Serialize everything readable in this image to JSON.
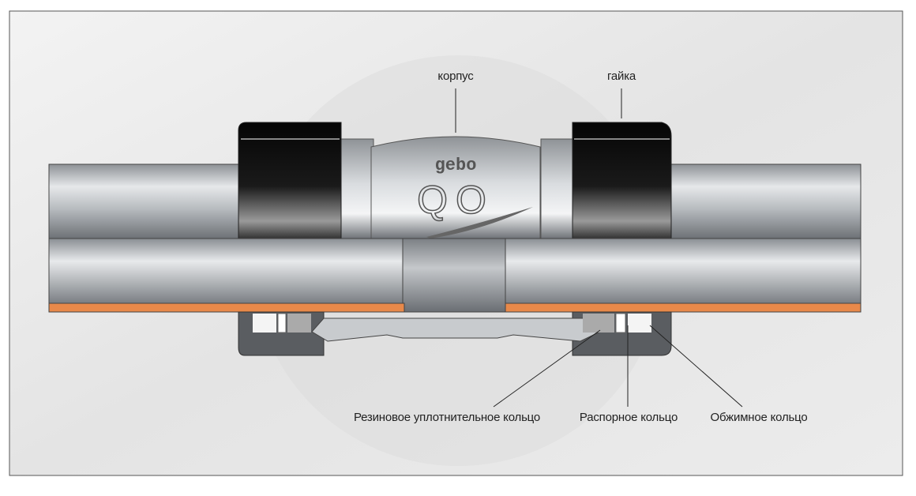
{
  "diagram": {
    "logo_text": "gebo",
    "product_mark": "QO",
    "labels": {
      "body": "корпус",
      "nut": "гайка",
      "rubber_seal": "Резиновое уплотнительное кольцо",
      "spacer_ring": "Распорное кольцо",
      "crimp_ring": "Обжимное кольцо"
    },
    "colors": {
      "pipe_liner": "#e8894a",
      "nut": "#111111",
      "frame": "#555555"
    }
  }
}
